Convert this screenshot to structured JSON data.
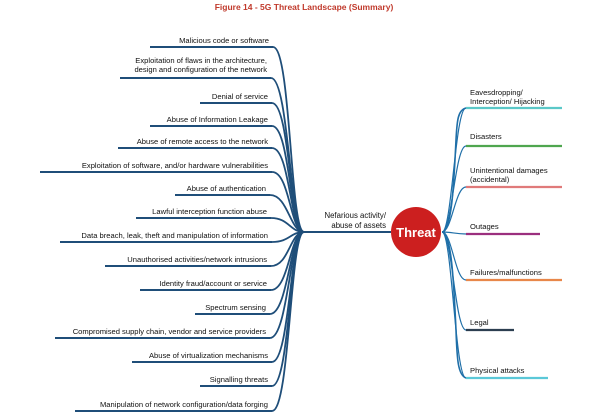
{
  "figure_title": "Figure 14 - 5G Threat Landscape (Summary)",
  "center_label": "Threat",
  "hub_label": "Nefarious activity/ abuse of assets",
  "colors": {
    "title": "#c0392b",
    "center": "#cc1f1f",
    "left_branch": "#1f4e79",
    "right_branch": "#1f6fa8"
  },
  "left_items": [
    "Malicious code or software",
    "Exploitation of flaws in the architecture, design and configuration of the network",
    "Denial of service",
    "Abuse of Information Leakage",
    "Abuse of remote access to the network",
    "Exploitation of software, and/or hardware vulnerabilities",
    "Abuse of authentication",
    "Lawful interception function abuse",
    "Data breach, leak, theft and manipulation of information",
    "Unauthorised activities/network intrusions",
    "Identity fraud/account or service",
    "Spectrum sensing",
    "Compromised supply chain, vendor and service providers",
    "Abuse of virtualization mechanisms",
    "Signalling threats",
    "Manipulation of network configuration/data forging"
  ],
  "right_items": [
    {
      "label": "Eavesdropping/ Interception/ Hijacking",
      "color": "#5bc8c8"
    },
    {
      "label": "Disasters",
      "color": "#4fa64f"
    },
    {
      "label": "Unintentional damages (accidental)",
      "color": "#e07a7a"
    },
    {
      "label": "Outages",
      "color": "#9b2f7e"
    },
    {
      "label": "Failures/malfunctions",
      "color": "#e8874a"
    },
    {
      "label": "Legal",
      "color": "#2c3e50"
    },
    {
      "label": "Physical attacks",
      "color": "#5bc8d8"
    }
  ]
}
